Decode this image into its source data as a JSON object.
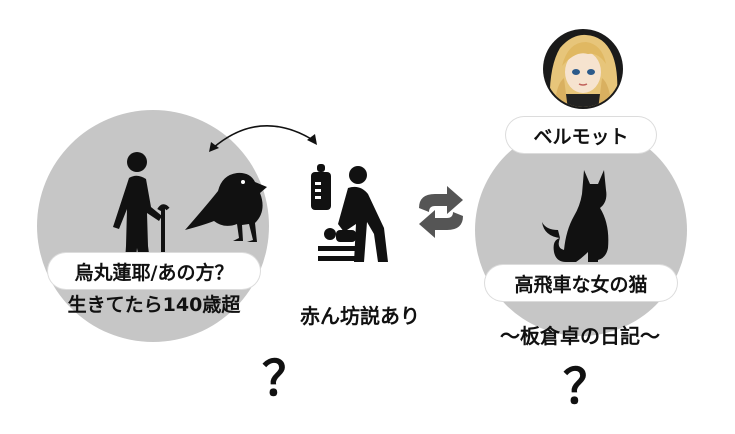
{
  "left": {
    "name": "烏丸蓮耶/あの方？",
    "caption": "生きてたら140歳超"
  },
  "middle": {
    "caption": "赤ん坊説あり"
  },
  "right": {
    "character": "ベルモット",
    "name": "高飛車な女の猫",
    "caption": "～板倉卓の日記～"
  },
  "question_left": "？",
  "question_right": "？",
  "icons": [
    "elderly-person-icon",
    "crow-icon",
    "baby-changing-icon",
    "swap-arrows-icon",
    "cat-icon",
    "character-avatar-icon"
  ],
  "colors": {
    "circle": "#c6c6c6",
    "icon": "#111111",
    "swap_arrows": "#555555",
    "pill_bg": "#ffffff"
  }
}
